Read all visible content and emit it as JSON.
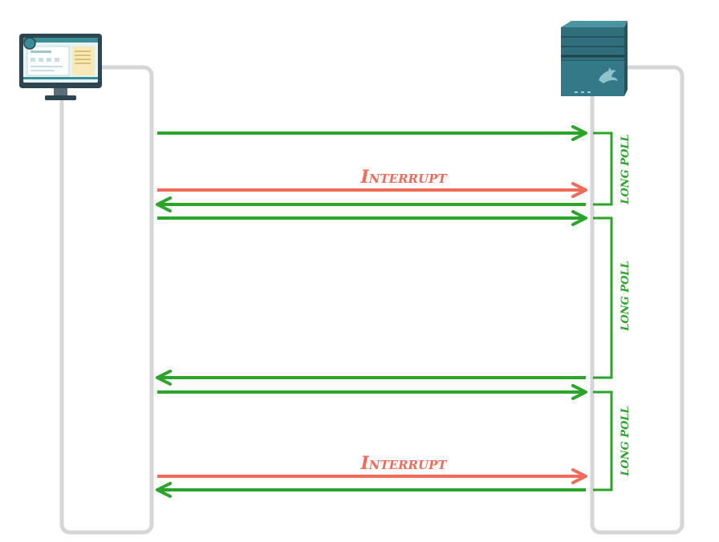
{
  "colors": {
    "lifeline": "#d6d6d6",
    "request": "#2aa52a",
    "interrupt": "#f26b59",
    "monitor_bezel": "#2c4550",
    "screen": "#e6f3f4",
    "server_body": "#2f6e7a",
    "server_light": "#4b95a3"
  },
  "icons": {
    "client": "desktop-computer-icon",
    "server": "database-server-icon",
    "server_badge": "dolphin-icon"
  },
  "labels": {
    "interrupt_1": "Interrupt",
    "interrupt_2": "Interrupt",
    "long_poll_1": "LONG POLL",
    "long_poll_2": "LONG POLL",
    "long_poll_3": "LONG POLL"
  }
}
